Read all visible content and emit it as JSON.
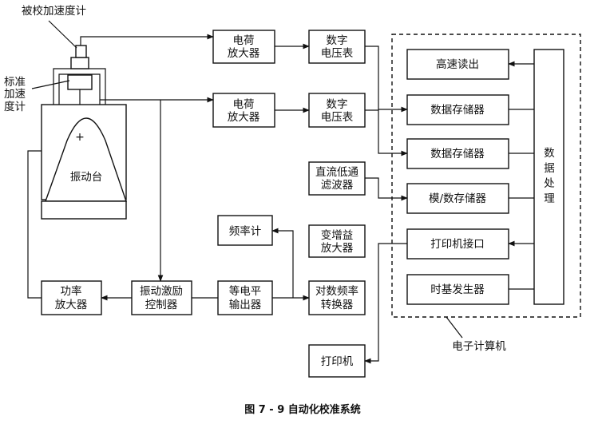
{
  "labels": {
    "sensor_under_test": "被校加速度计",
    "std_accel": [
      "标准",
      "加速",
      "度计"
    ],
    "table": "振动台",
    "plus": "+",
    "charge_amp_1": [
      "电荷",
      "放大器"
    ],
    "charge_amp_2": [
      "电荷",
      "放大器"
    ],
    "dvm_1": [
      "数字",
      "电压表"
    ],
    "dvm_2": [
      "数字",
      "电压表"
    ],
    "lowpass": [
      "直流低通",
      "滤波器"
    ],
    "freq_meter": "频率计",
    "var_gain": [
      "变增益",
      "放大器"
    ],
    "power_amp": [
      "功率",
      "放大器"
    ],
    "vib_ctrl": [
      "振动激励",
      "控制器"
    ],
    "eq_level": [
      "等电平",
      "输出器"
    ],
    "log_conv": [
      "对数频率",
      "转换器"
    ],
    "printer": "打印机",
    "hs_read": "高速读出",
    "store_1": "数据存储器",
    "store_2": "数据存储器",
    "ad_store": "模/数存储器",
    "print_if": "打印机接口",
    "timebase": "时基发生器",
    "proc": [
      "数",
      "据",
      "处",
      "理"
    ],
    "computer": "电子计算机"
  },
  "caption": "图 7 - 9   自动化校准系统"
}
